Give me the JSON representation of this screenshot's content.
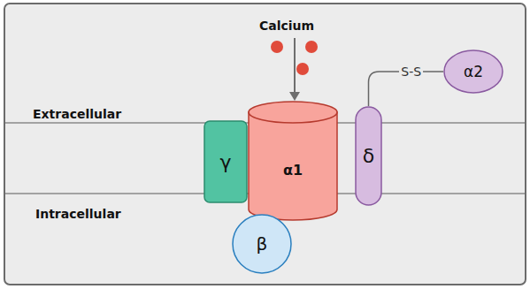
{
  "diagram": {
    "nodes": [
      {
        "text": [
          "γ"
        ]
      },
      {
        "text": [
          "α1"
        ]
      },
      {
        "text": [
          "δ"
        ]
      },
      {
        "text": [
          "α2"
        ]
      },
      {
        "text": [
          "β"
        ]
      }
    ],
    "edges": [
      {
        "from": 2,
        "to": 3,
        "label": "S-S",
        "arrow": "none"
      }
    ],
    "labels": [
      "Calcium",
      "Extracellular",
      "Intracellular"
    ]
  }
}
